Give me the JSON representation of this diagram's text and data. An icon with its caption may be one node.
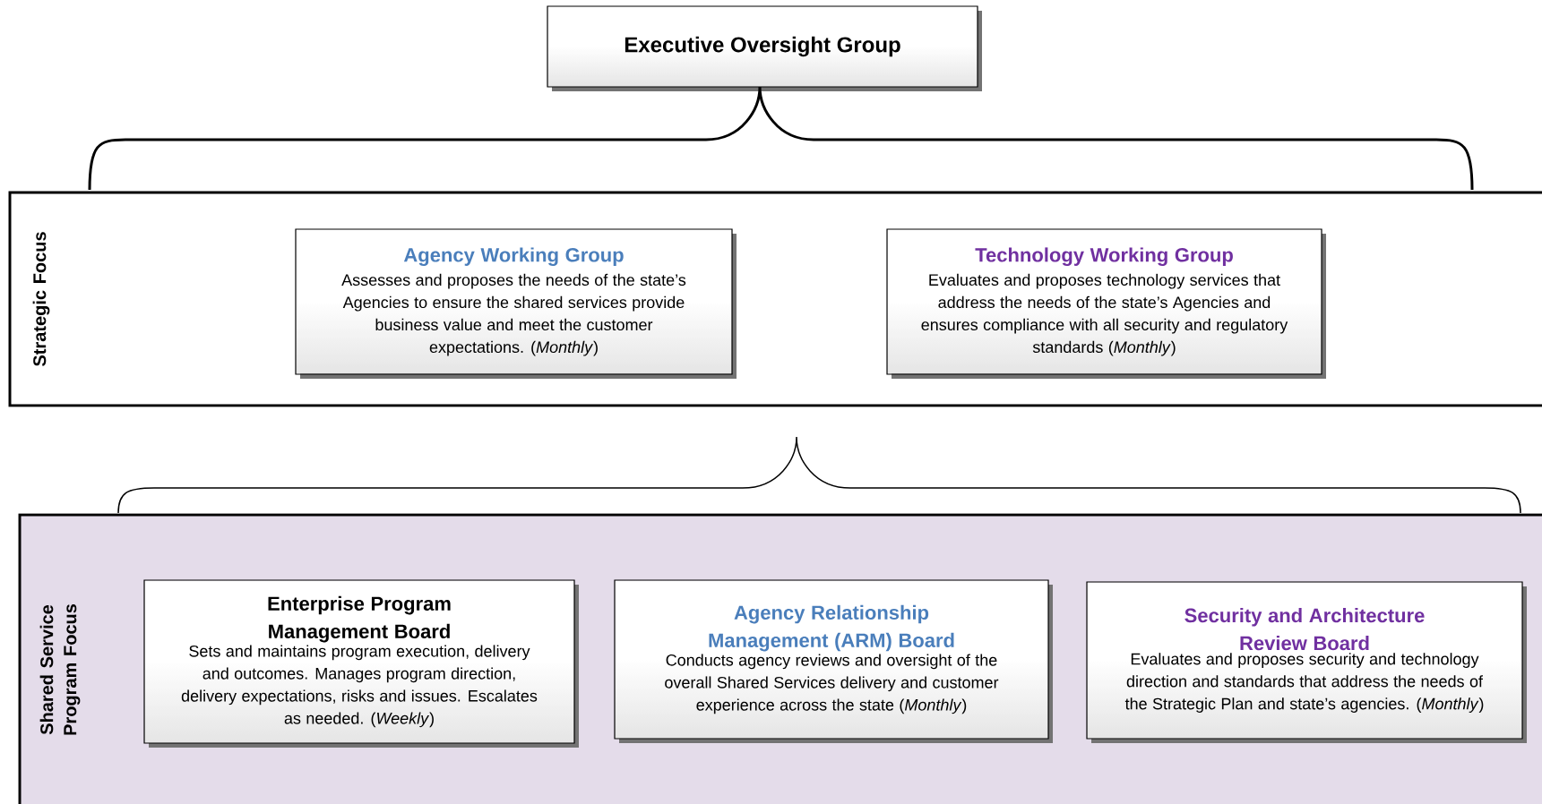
{
  "diagram": {
    "nodes": [
      {
        "text": [
          "Executive Oversight Group"
        ]
      },
      {
        "text": [
          "Strategic Focus"
        ]
      },
      {
        "text": [
          "Agency Working Group",
          "Assesses and proposes the needs of the state’s Agencies to ensure the shared services provide business value and meet the customer expectations. (*Monthly*)"
        ],
        "in": 1
      },
      {
        "text": [
          "Technology Working Group",
          "Evaluates and proposes technology services that address the needs of the state’s Agencies and ensures compliance with all security and regulatory standards (*Monthly*)"
        ],
        "in": 1
      },
      {
        "text": [
          "Shared Service Program Focus"
        ]
      },
      {
        "text": [
          "Enterprise Program Management Board",
          "Sets and maintains program execution, delivery and outcomes. Manages program direction, delivery expectations, risks and issues. Escalates as needed. (*Weekly*)"
        ],
        "in": 4
      },
      {
        "text": [
          "Agency Relationship Management (ARM) Board",
          "Conducts agency reviews and oversight of the overall Shared Services delivery and customer experience across the state (*Monthly*)"
        ],
        "in": 4
      },
      {
        "text": [
          "Security and Architecture Review Board",
          "Evaluates and proposes security and technology direction and standards that address the needs of the Strategic Plan and state’s agencies. (*Monthly*)"
        ],
        "in": 4
      }
    ]
  }
}
